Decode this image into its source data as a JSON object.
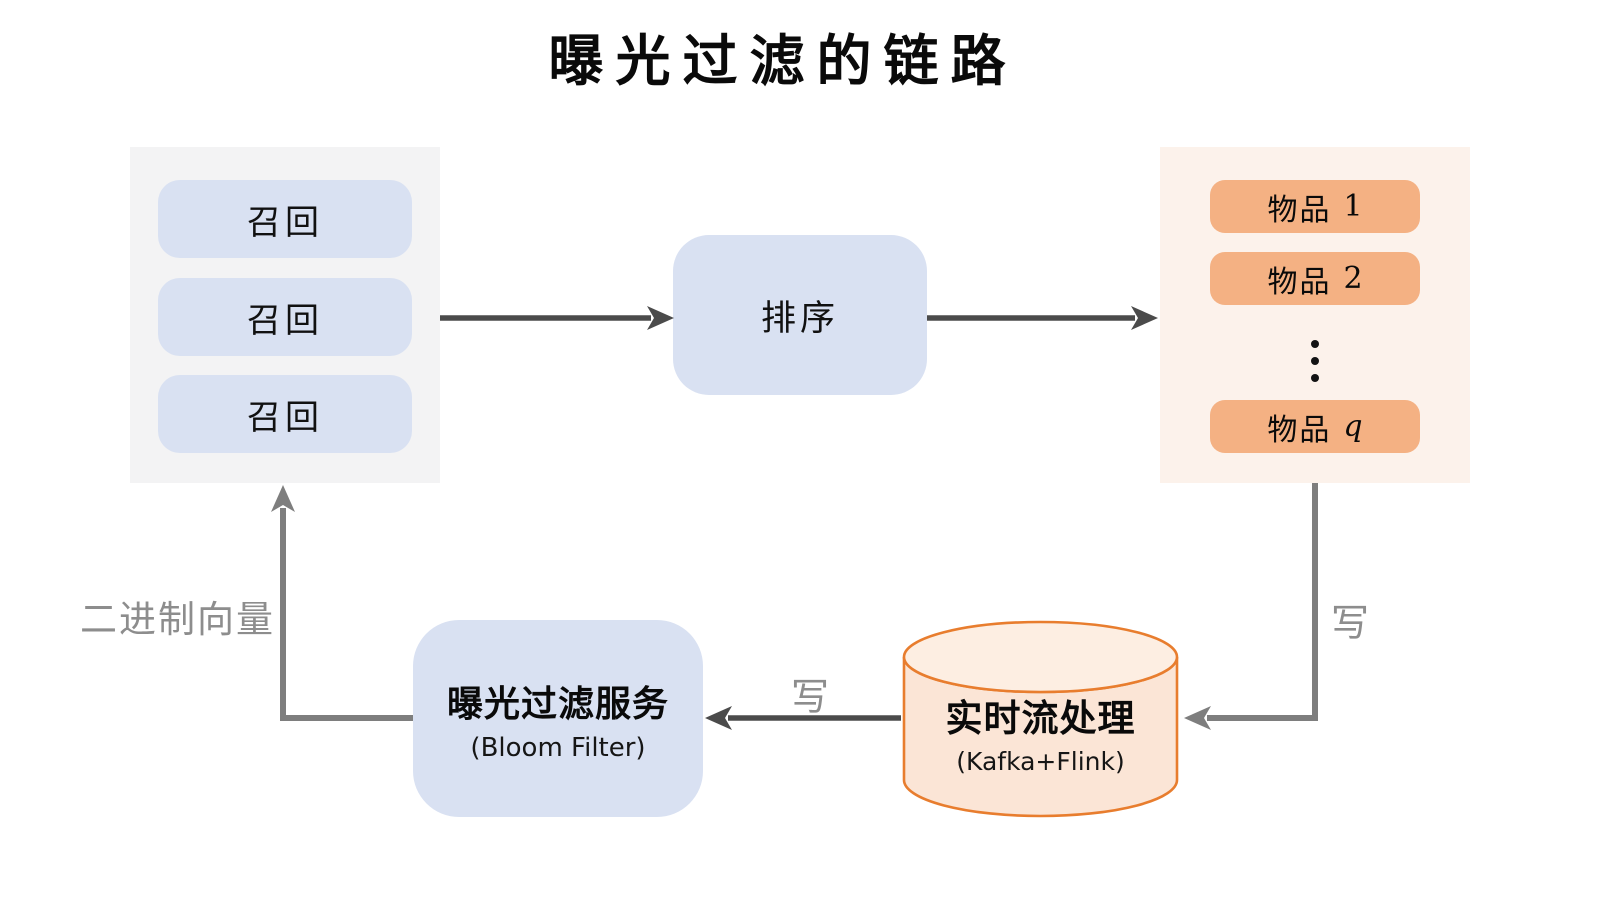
{
  "title": "曝光过滤的链路",
  "recall_panel": {
    "boxes": [
      "召回",
      "召回",
      "召回"
    ]
  },
  "rank_box": {
    "label": "排序"
  },
  "items_panel": {
    "boxes": [
      {
        "prefix": "物品",
        "suffix": "1"
      },
      {
        "prefix": "物品",
        "suffix": "2"
      },
      {
        "prefix": "物品",
        "suffix": "q"
      }
    ]
  },
  "stream_db": {
    "title": "实时流处理",
    "subtitle": "(Kafka+Flink)"
  },
  "bloom_service": {
    "title": "曝光过滤服务",
    "subtitle": "(Bloom Filter)"
  },
  "edge_labels": {
    "write_to_stream": "写",
    "write_to_bloom": "写",
    "binary_vector": "二进制向量"
  },
  "icons": {
    "vertical_ellipsis": "⋮",
    "database_cylinder": "cylinder"
  },
  "colors": {
    "box_blue": "#d9e1f2",
    "panel_gray": "#f3f3f4",
    "panel_peach": "#fcf2eb",
    "item_orange": "#f4b183",
    "cylinder_fill": "#fbe5d6",
    "cylinder_top_fill": "#fdeee2",
    "cylinder_stroke": "#e87d2e",
    "arrow_dark": "#4b4b4b",
    "arrow_gray": "#7e7e7e",
    "label_gray": "#8d8d8d"
  }
}
